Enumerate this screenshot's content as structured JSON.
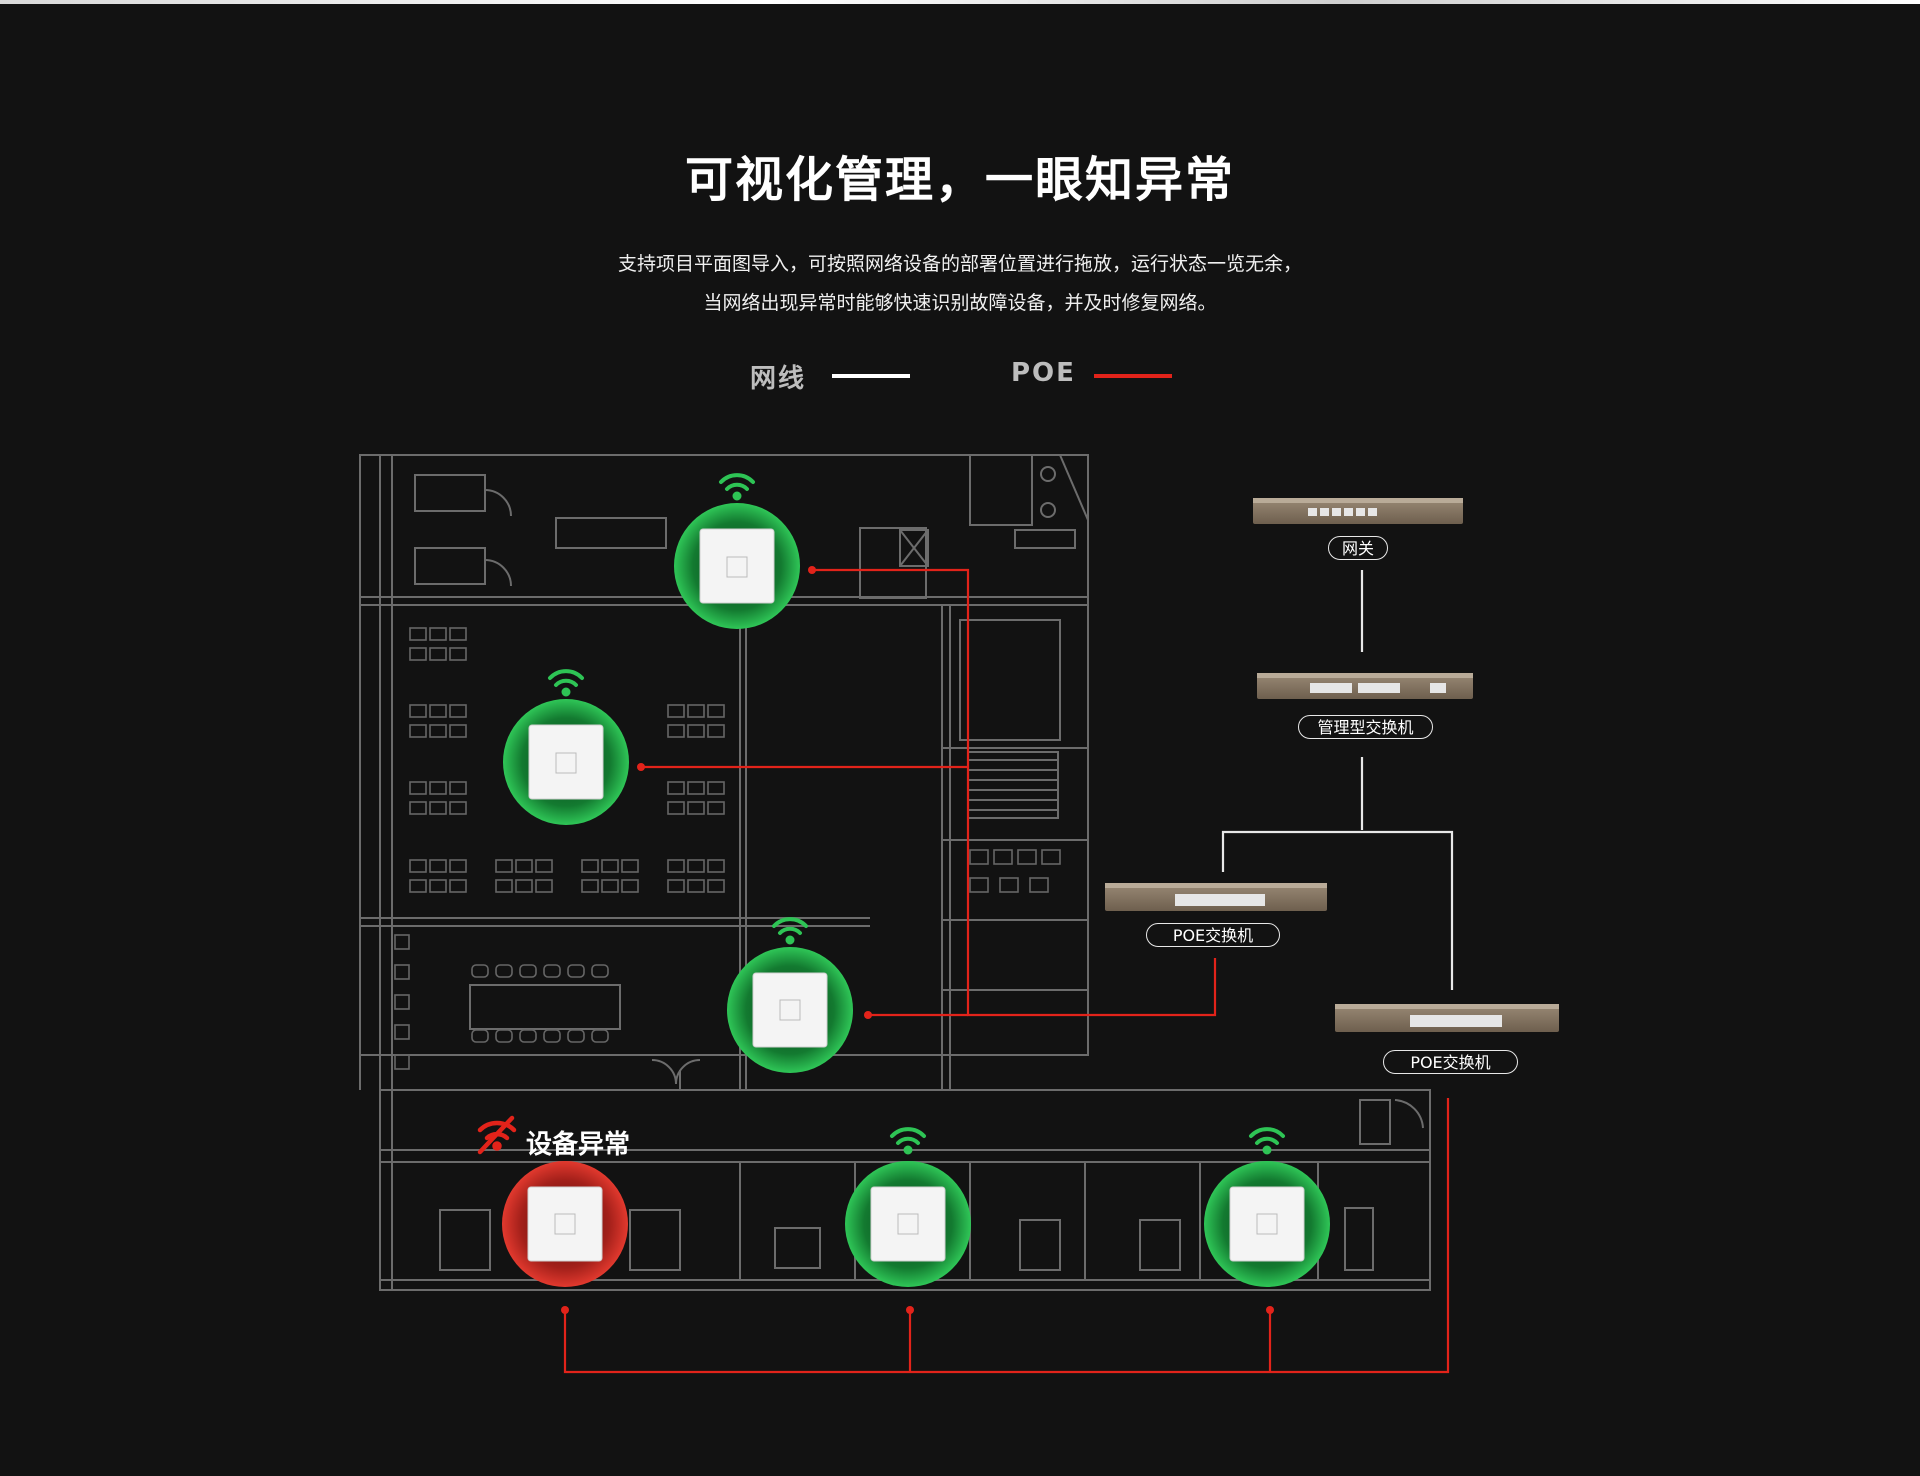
{
  "header": {
    "title": "可视化管理，一眼知异常",
    "desc_line1": "支持项目平面图导入，可按照网络设备的部署位置进行拖放，运行状态一览无余，",
    "desc_line2": "当网络出现异常时能够快速识别故障设备，并及时修复网络。"
  },
  "legend": {
    "network_label": "网线",
    "network_color": "#ffffff",
    "poe_label": "POE",
    "poe_color": "#e2231a"
  },
  "devices": {
    "gateway": "网关",
    "managed_switch": "管理型交换机",
    "poe_switch_1": "POE交换机",
    "poe_switch_2": "POE交换机"
  },
  "alarm": {
    "label": "设备异常",
    "icon": "wifi-off-icon"
  },
  "colors": {
    "ap_ok": "#22a846",
    "ap_fault": "#d92b21",
    "floorplan": "#7a7a7a",
    "background": "#121212"
  }
}
